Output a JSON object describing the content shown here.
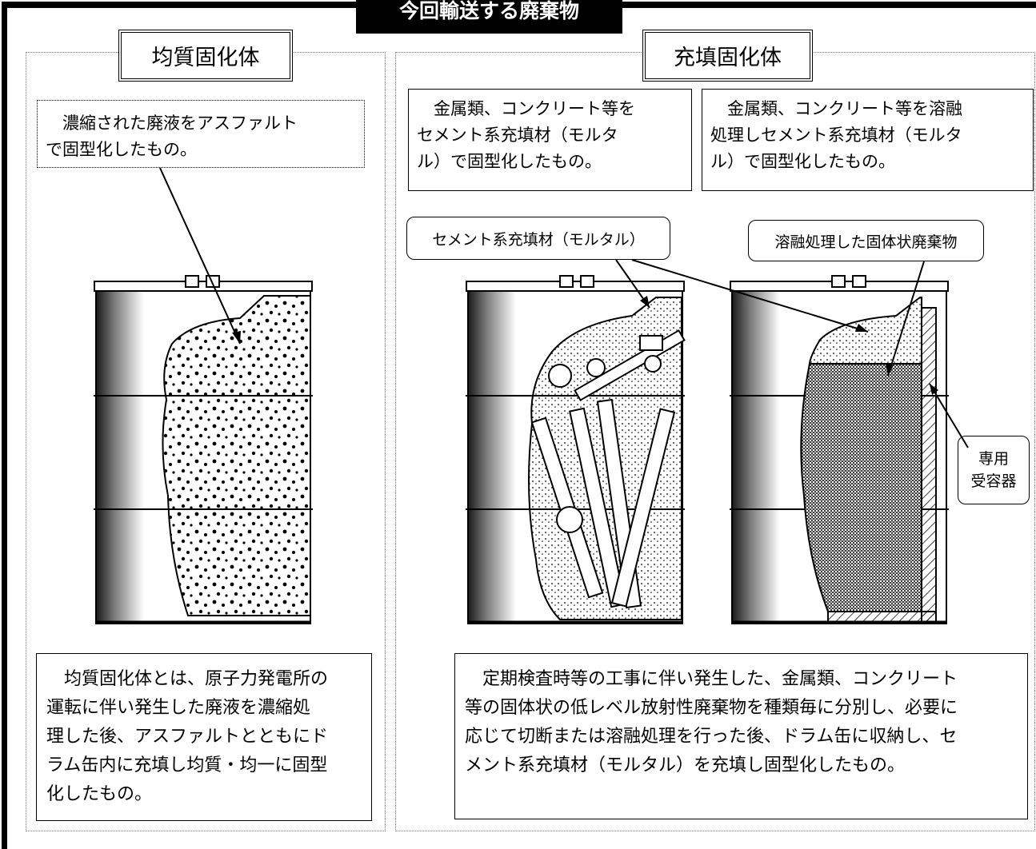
{
  "header": {
    "title": "今回輸送する廃棄物"
  },
  "left": {
    "heading": "均質固化体",
    "caption": "　濃縮された廃液をアスファルト\nで固型化したもの。",
    "description": "　均質固化体とは、原子力発電所の\n運転に伴い発生した廃液を濃縮処\n理した後、アスファルトとともにド\nラム缶内に充填し均質・均一に固型\n化したもの。"
  },
  "right": {
    "heading": "充填固化体",
    "caption_a": "　金属類、コンクリート等を\nセメント系充填材（モルタ\nル）で固型化したもの。",
    "caption_b": "　金属類、コンクリート等を溶融\n処理しセメント系充填材（モルタ\nル）で固型化したもの。",
    "label_mortar": "セメント系充填材（モルタル）",
    "label_melted": "溶融処理した固体状廃棄物",
    "label_container": "専用\n受容器",
    "description": "　定期検査時等の工事に伴い発生した、金属類、コンクリート\n等の固体状の低レベル放射性廃棄物を種類毎に分別し、必要に\n応じて切断または溶融処理を行った後、ドラム缶に収納し、セ\nメント系充填材（モルタル）を充填し固型化したもの。"
  }
}
